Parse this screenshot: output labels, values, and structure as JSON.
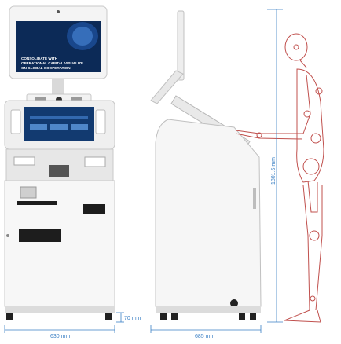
{
  "screen": {
    "line1": "CONSOLIDATE WITH",
    "line2": "OPERATIONAL CAPITAL VISUALIZE",
    "line3": "ON GLOBAL COOPERATION"
  },
  "dimensions": {
    "front_width": "630 mm",
    "side_depth": "685 mm",
    "base_height": "70 mm",
    "total_height": "1801.5 mm"
  },
  "colors": {
    "dimension_line": "#3a7fc4",
    "figure_outline": "#c0504d",
    "kiosk_body": "#f2f2f2",
    "screen_dark": "#0c2a57"
  }
}
